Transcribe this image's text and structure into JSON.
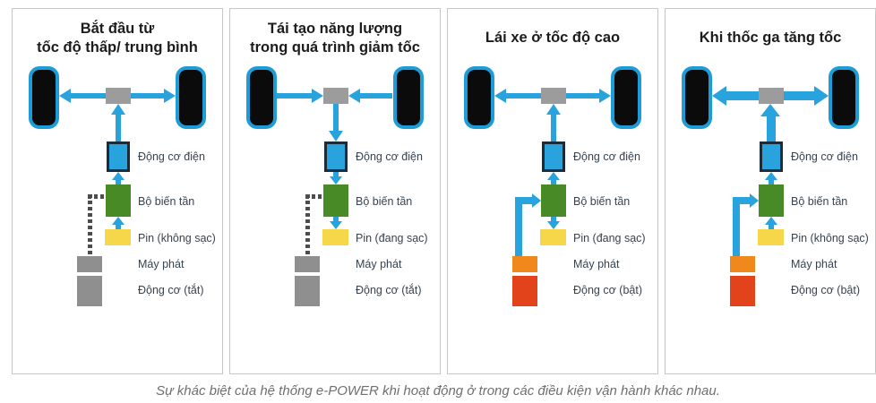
{
  "caption": "Sự khác biệt của hệ thống e-POWER khi hoạt động ở trong các điều kiện vận hành khác nhau.",
  "colors": {
    "flow_blue": "#29A3DD",
    "wheel_rim_blue": "#1E9CD8",
    "motor_blue": "#29A3DD",
    "motor_border_navy": "#1C2B3A",
    "inverter_green": "#478A26",
    "battery_yellow": "#F6D74A",
    "inactive_gray": "#8F8F8F",
    "generator_orange": "#F0881C",
    "engine_red": "#E2431B"
  },
  "panels": [
    {
      "title": "Bắt đầu từ\ntốc độ thấp/ trung bình",
      "labels": {
        "motor": "Động cơ điện",
        "inverter": "Bộ biến tần",
        "battery": "Pin (không sạc)",
        "generator": "Máy phát",
        "engine": "Động cơ (tắt)"
      }
    },
    {
      "title": "Tái tạo năng lượng\ntrong quá trình giảm tốc",
      "labels": {
        "motor": "Động cơ điện",
        "inverter": "Bộ biến tần",
        "battery": "Pin (đang sạc)",
        "generator": "Máy phát",
        "engine": "Động cơ (tắt)"
      }
    },
    {
      "title": "Lái xe ở tốc độ cao",
      "labels": {
        "motor": "Động cơ điện",
        "inverter": "Bộ biến tần",
        "battery": "Pin (đang sạc)",
        "generator": "Máy phát",
        "engine": "Động cơ (bật)"
      }
    },
    {
      "title": "Khi thốc ga tăng tốc",
      "labels": {
        "motor": "Động cơ điện",
        "inverter": "Bộ biến tần",
        "battery": "Pin (không sạc)",
        "generator": "Máy phát",
        "engine": "Động cơ (bật)"
      }
    }
  ]
}
